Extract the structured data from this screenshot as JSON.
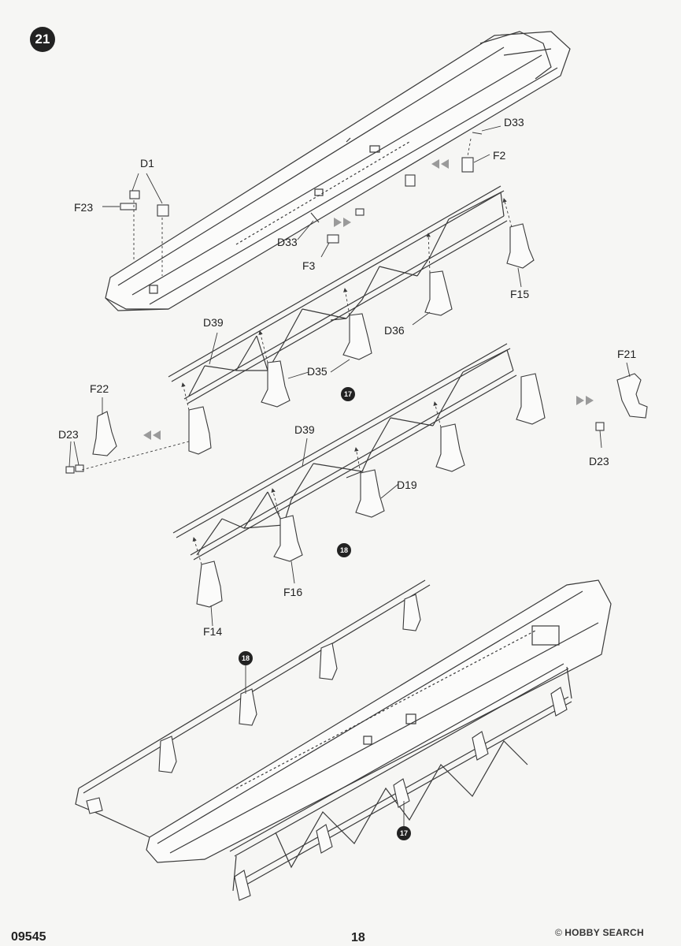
{
  "step": {
    "number": "21"
  },
  "footer": {
    "kit_number": "09545",
    "page_number": "18"
  },
  "watermark": {
    "symbol": "©",
    "brand": "HOBBY SEARCH"
  },
  "part_labels": {
    "d33_top": "D33",
    "f2": "F2",
    "d1": "D1",
    "f23": "F23",
    "d33_mid": "D33",
    "f3": "F3",
    "f15": "F15",
    "d39_upper": "D39",
    "d36": "D36",
    "d35": "D35",
    "f21": "F21",
    "f22": "F22",
    "d23_left": "D23",
    "d23_right": "D23",
    "d39_lower": "D39",
    "d19": "D19",
    "f16": "F16",
    "f14": "F14"
  },
  "sub_assembly_refs": {
    "ref_17_upper": "17",
    "ref_18_middle": "18",
    "ref_18_lower": "18",
    "ref_17_lower": "17"
  },
  "colors": {
    "line": "#3a3a3a",
    "page": "#f6f6f4",
    "badge": "#222222",
    "arrow_gray": "#9a9a9a"
  }
}
